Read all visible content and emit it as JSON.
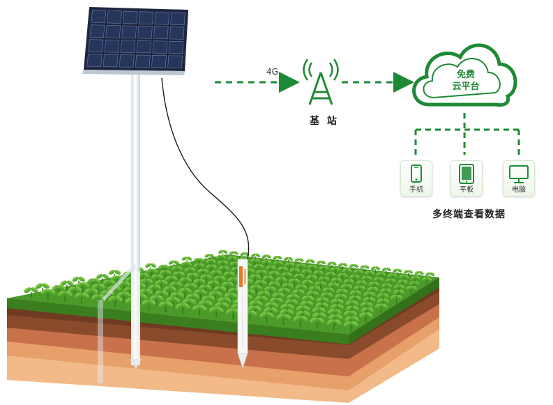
{
  "link_label": "4G",
  "base_station_label": "基 站",
  "cloud_label_line1": "免费",
  "cloud_label_line2": "云平台",
  "devices": [
    {
      "label": "手机",
      "icon": "phone-icon"
    },
    {
      "label": "平板",
      "icon": "tablet-icon"
    },
    {
      "label": "电脑",
      "icon": "computer-icon"
    }
  ],
  "terminals_caption": "多终端查看数据",
  "colors": {
    "accent_green": "#1e8a36",
    "grass": "#4c9a2a",
    "soil_dark": "#6e3a22",
    "soil_light": "#f2b989"
  }
}
